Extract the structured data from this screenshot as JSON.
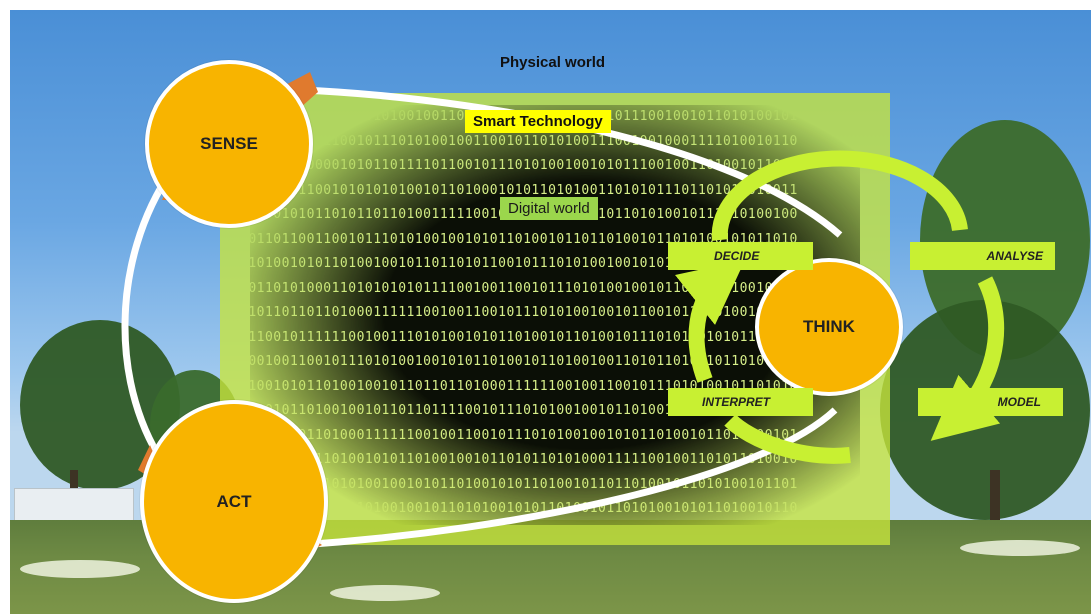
{
  "labels": {
    "physical_world": "Physical world",
    "smart_technology": "Smart Technology",
    "digital_world": "Digital world"
  },
  "nodes": {
    "sense": "SENSE",
    "act": "ACT",
    "think": "THINK"
  },
  "think_steps": {
    "decide": "DECIDE",
    "analyse": "ANALYSE",
    "interpret": "INTERPRET",
    "model": "MODEL"
  },
  "binary_rows": [
    "1011001010101110101001001101010011010100101010111001001011010100101",
    "1101101000110010111010100100110010110101001110010010001111010010110",
    "1101101000001010110111101100101110101001001010111001001101001011010",
    "0001111110010101010100101101000101011010100110101011101101011010011",
    "1010010101101011011010011111001010001010010101101010010111010100100",
    "1011011001100101110101001001010110100101101101001011010100101011010",
    "0101001010110100100101101101011001011101010010010101101001011010101",
    "1011010100011010101010111100100110010111010100100101101011010010101",
    "1101101101101000111111001001100101110101001001011001011010100101101",
    "0110010111111001001110101001010110100101101001011101010010101101010",
    "1001001100101110101001001010110100101101001001101011010010110100101",
    "0100101011010010010110110110100011111100100110010111010100101101010",
    "1010101101001001011011011110010111010100100101101001011010010101101",
    "0101001011010001111110010011001011101010010010101101001011010100101",
    "1010010101101001010110100100101101011010100011111001001101011010010",
    "0101011011101010010010101101001010110100101101101001011010100101101",
    "1011011001010110100100101101010010101101001011010100101011010010110"
  ]
}
